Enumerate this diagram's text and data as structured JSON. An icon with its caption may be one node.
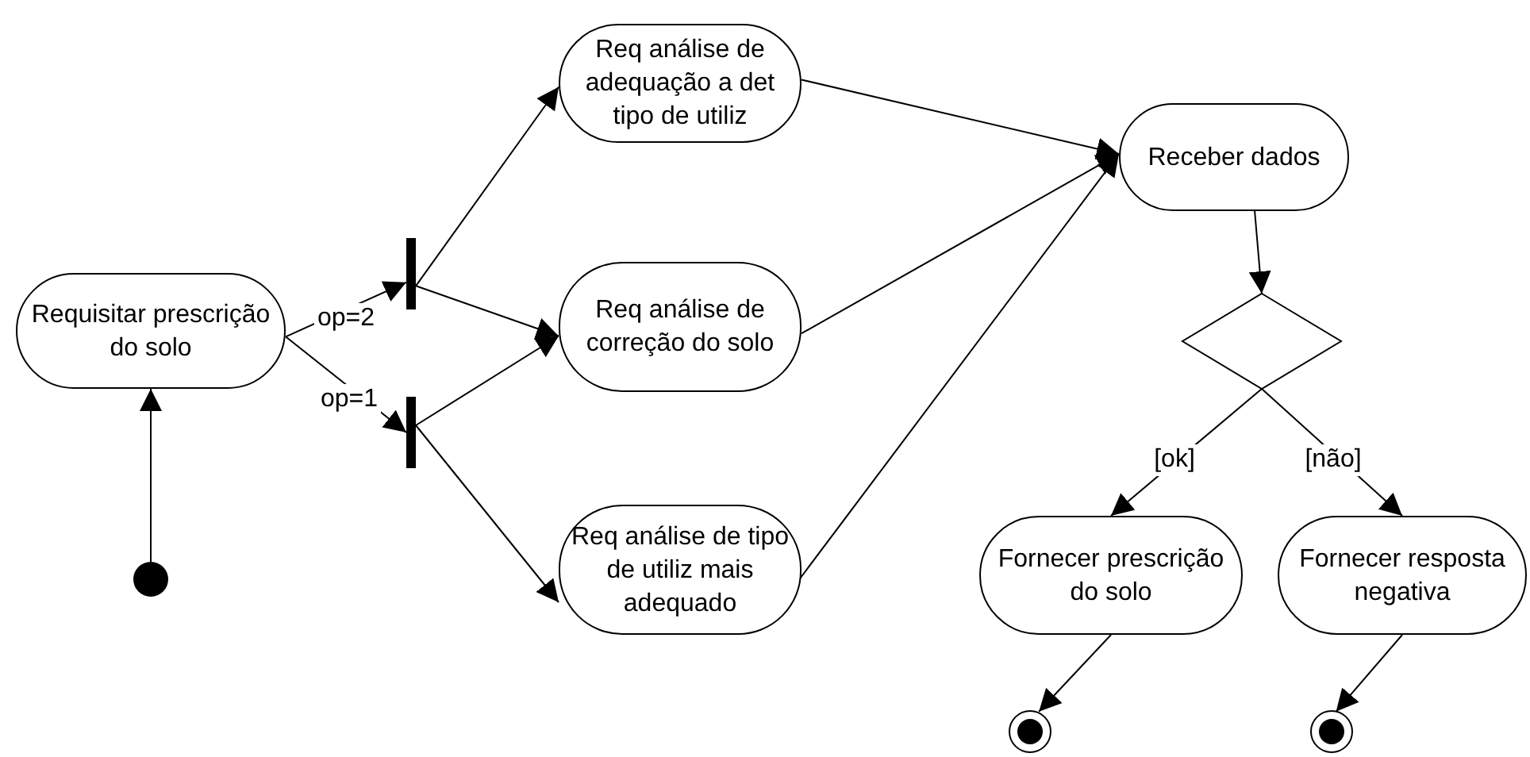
{
  "diagram": {
    "nodes": [
      {
        "text": [
          "Requisitar prescrição do solo"
        ]
      },
      {
        "text": [],
        "shape": "circle"
      },
      {
        "text": [],
        "shape": "bar"
      },
      {
        "text": [],
        "shape": "bar"
      },
      {
        "text": [
          "Req análise de adequação a det tipo de utiliz"
        ]
      },
      {
        "text": [
          "Req análise de correção do solo"
        ]
      },
      {
        "text": [
          "Req análise de tipo de utiliz mais adequado"
        ]
      },
      {
        "text": [
          "Receber dados"
        ]
      },
      {
        "text": [],
        "shape": "diamond"
      },
      {
        "text": [
          "Fornecer prescrição do solo"
        ]
      },
      {
        "text": [
          "Fornecer resposta negativa"
        ]
      },
      {
        "text": [],
        "shape": "circle"
      },
      {
        "text": [],
        "shape": "circle"
      }
    ],
    "edges": [
      {
        "from": 0,
        "to": 2,
        "arrow": "to",
        "label": "op=2"
      },
      {
        "from": 0,
        "to": 3,
        "arrow": "to",
        "label": "op=1"
      },
      {
        "from": 1,
        "to": 0,
        "arrow": "to"
      },
      {
        "from": 2,
        "to": 4,
        "arrow": "to"
      },
      {
        "from": 2,
        "to": 5,
        "arrow": "to"
      },
      {
        "from": 3,
        "to": 5,
        "arrow": "to"
      },
      {
        "from": 3,
        "to": 6,
        "arrow": "to"
      },
      {
        "from": 4,
        "to": 7,
        "arrow": "to"
      },
      {
        "from": 5,
        "to": 7,
        "arrow": "to"
      },
      {
        "from": 6,
        "to": 7,
        "arrow": "to"
      },
      {
        "from": 7,
        "to": 8,
        "arrow": "to"
      },
      {
        "from": 8,
        "to": 9,
        "arrow": "to",
        "label": "[ok]"
      },
      {
        "from": 8,
        "to": 10,
        "arrow": "to",
        "label": "[não]"
      },
      {
        "from": 9,
        "to": 11,
        "arrow": "to"
      },
      {
        "from": 10,
        "to": 12,
        "arrow": "to"
      }
    ]
  }
}
